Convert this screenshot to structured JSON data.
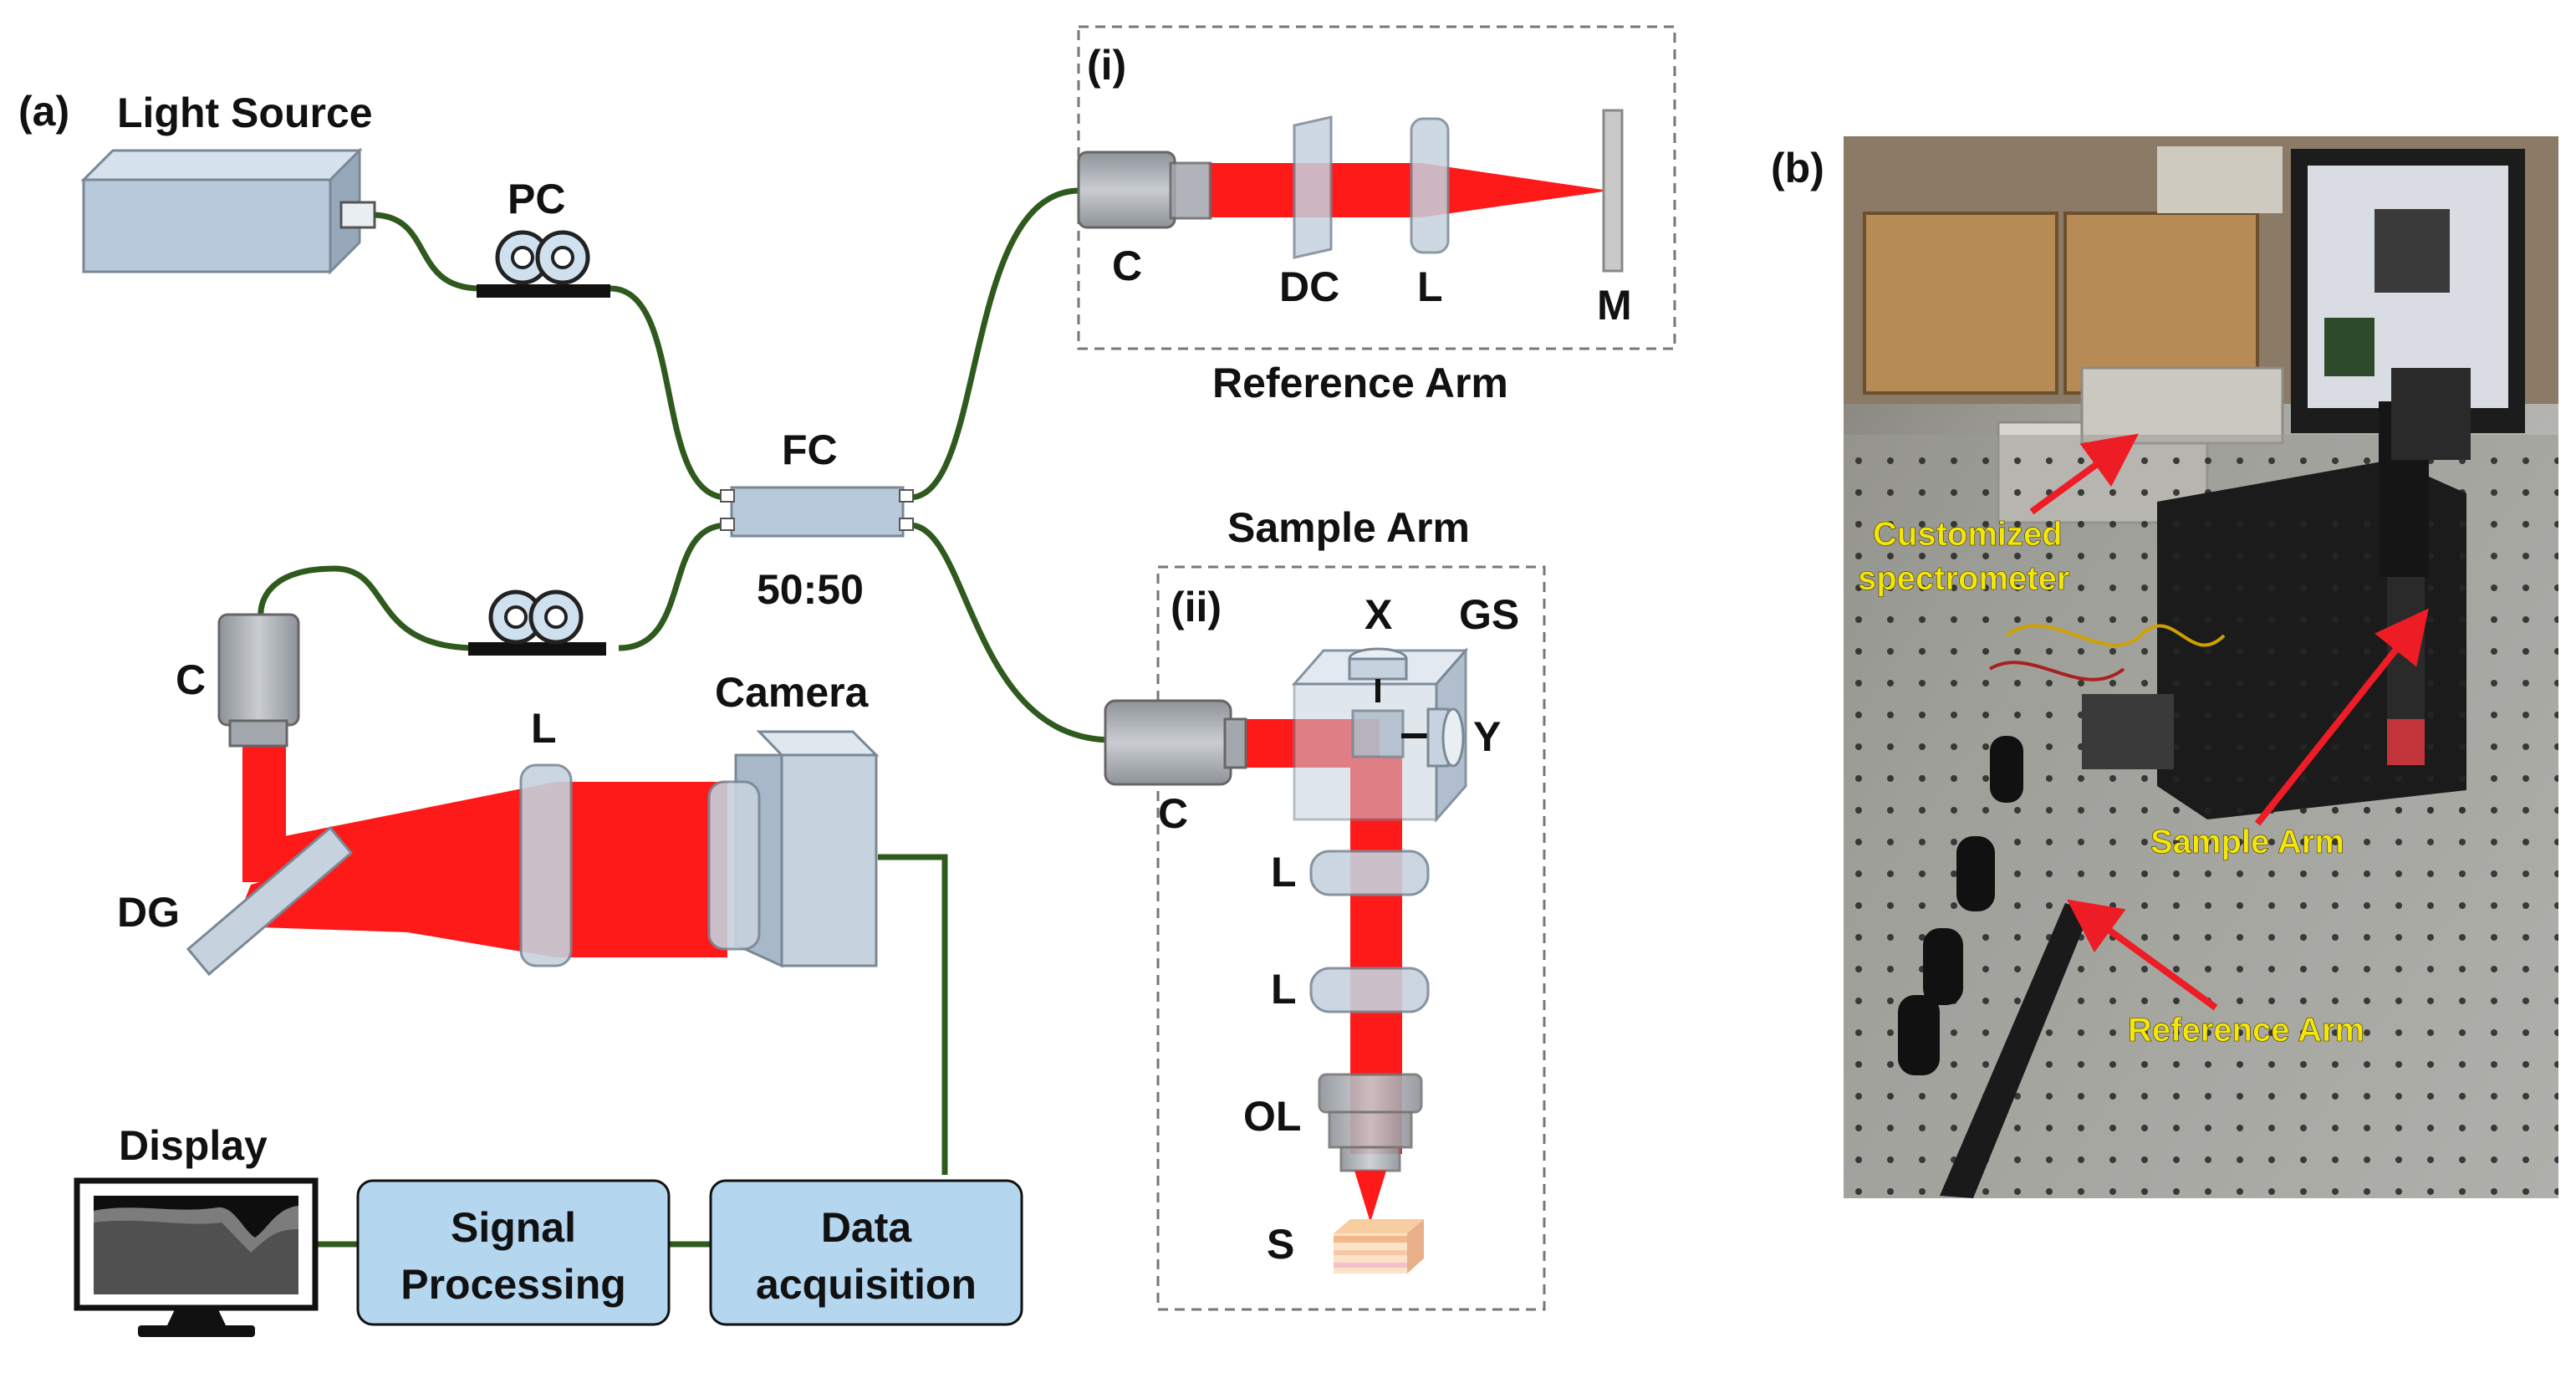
{
  "panel_a": {
    "tag": "(a)",
    "light_source": "Light Source",
    "pc": "PC",
    "fc": "FC",
    "ratio": "50:50",
    "ref_box_tag": "(i)",
    "ref_c": "C",
    "ref_dc": "DC",
    "ref_l": "L",
    "ref_m": "M",
    "reference_arm": "Reference Arm",
    "sample_arm": "Sample Arm",
    "sample_box_tag": "(ii)",
    "samp_x": "X",
    "samp_gs": "GS",
    "samp_y": "Y",
    "samp_c": "C",
    "samp_l1": "L",
    "samp_l2": "L",
    "samp_ol": "OL",
    "samp_s": "S",
    "spec_c": "C",
    "spec_l": "L",
    "spec_camera": "Camera",
    "spec_dg": "DG",
    "display": "Display",
    "signal_processing_1": "Signal",
    "signal_processing_2": "Processing",
    "data_acq_1": "Data",
    "data_acq_2": "acquisition"
  },
  "panel_b": {
    "tag": "(b)",
    "customized_1": "Customized",
    "customized_2": "spectrometer",
    "sample_arm": "Sample Arm",
    "reference_arm": "Reference Arm"
  },
  "colors": {
    "fiber": "#2f5a1e",
    "beam": "#ff1a1a",
    "component_fill": "#b8c9dc",
    "box_fill": "#b4d6ef",
    "arrow": "#ee1c25",
    "photo_label": "#f5e60a"
  }
}
